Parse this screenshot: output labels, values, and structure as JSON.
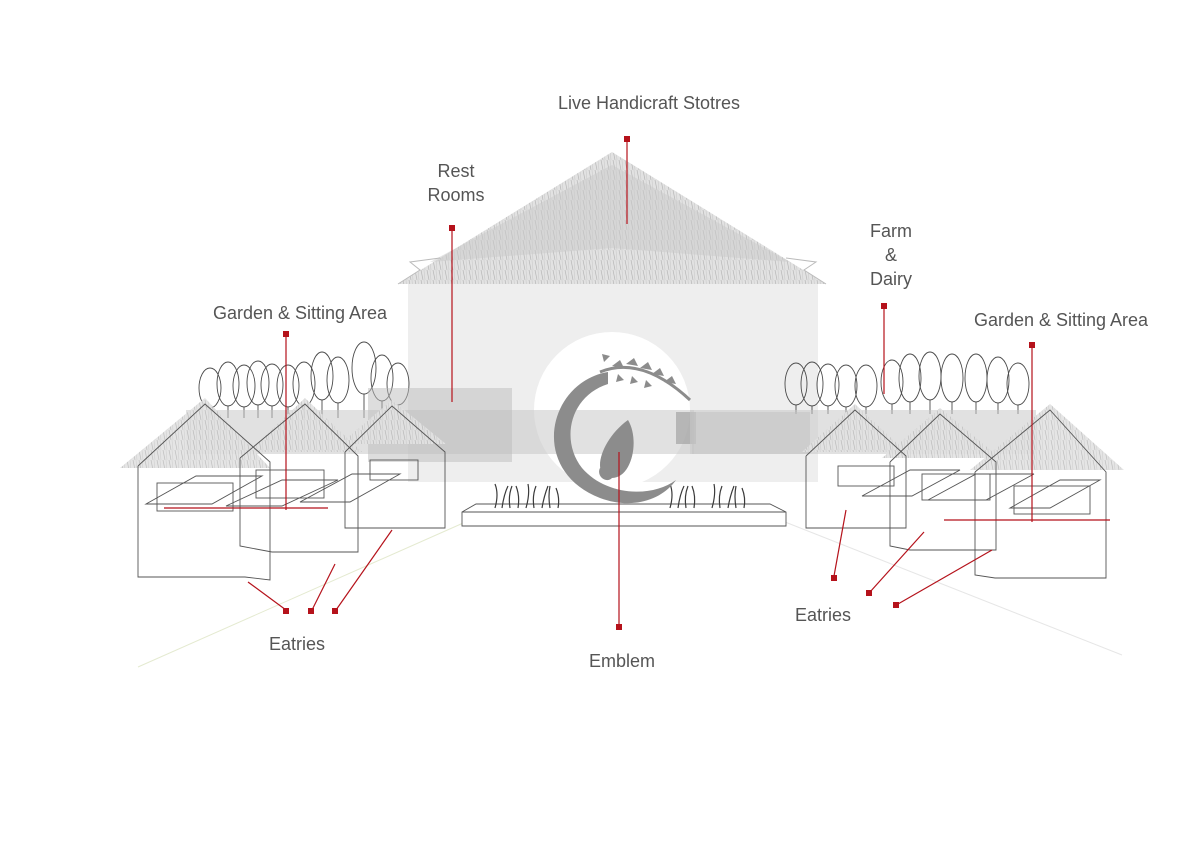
{
  "labels": {
    "live_handicraft": "Live Handicraft Stotres",
    "rest_rooms_1": "Rest",
    "rest_rooms_2": "Rooms",
    "farm_dairy_1": "Farm",
    "farm_dairy_2": "&",
    "farm_dairy_3": "Dairy",
    "garden_left": "Garden & Sitting Area",
    "garden_right": "Garden & Sitting Area",
    "eatries_left": "Eatries",
    "eatries_right": "Eatries",
    "emblem": "Emblem"
  },
  "colors": {
    "callout": "#b5121b",
    "outline": "#555555",
    "label_text": "#555555",
    "roof_fill": "#d6d6d6",
    "hall_fill": "#eeeeee",
    "band_fill": "#cfcfcf",
    "emblem_fill": "#8c8c8c"
  }
}
